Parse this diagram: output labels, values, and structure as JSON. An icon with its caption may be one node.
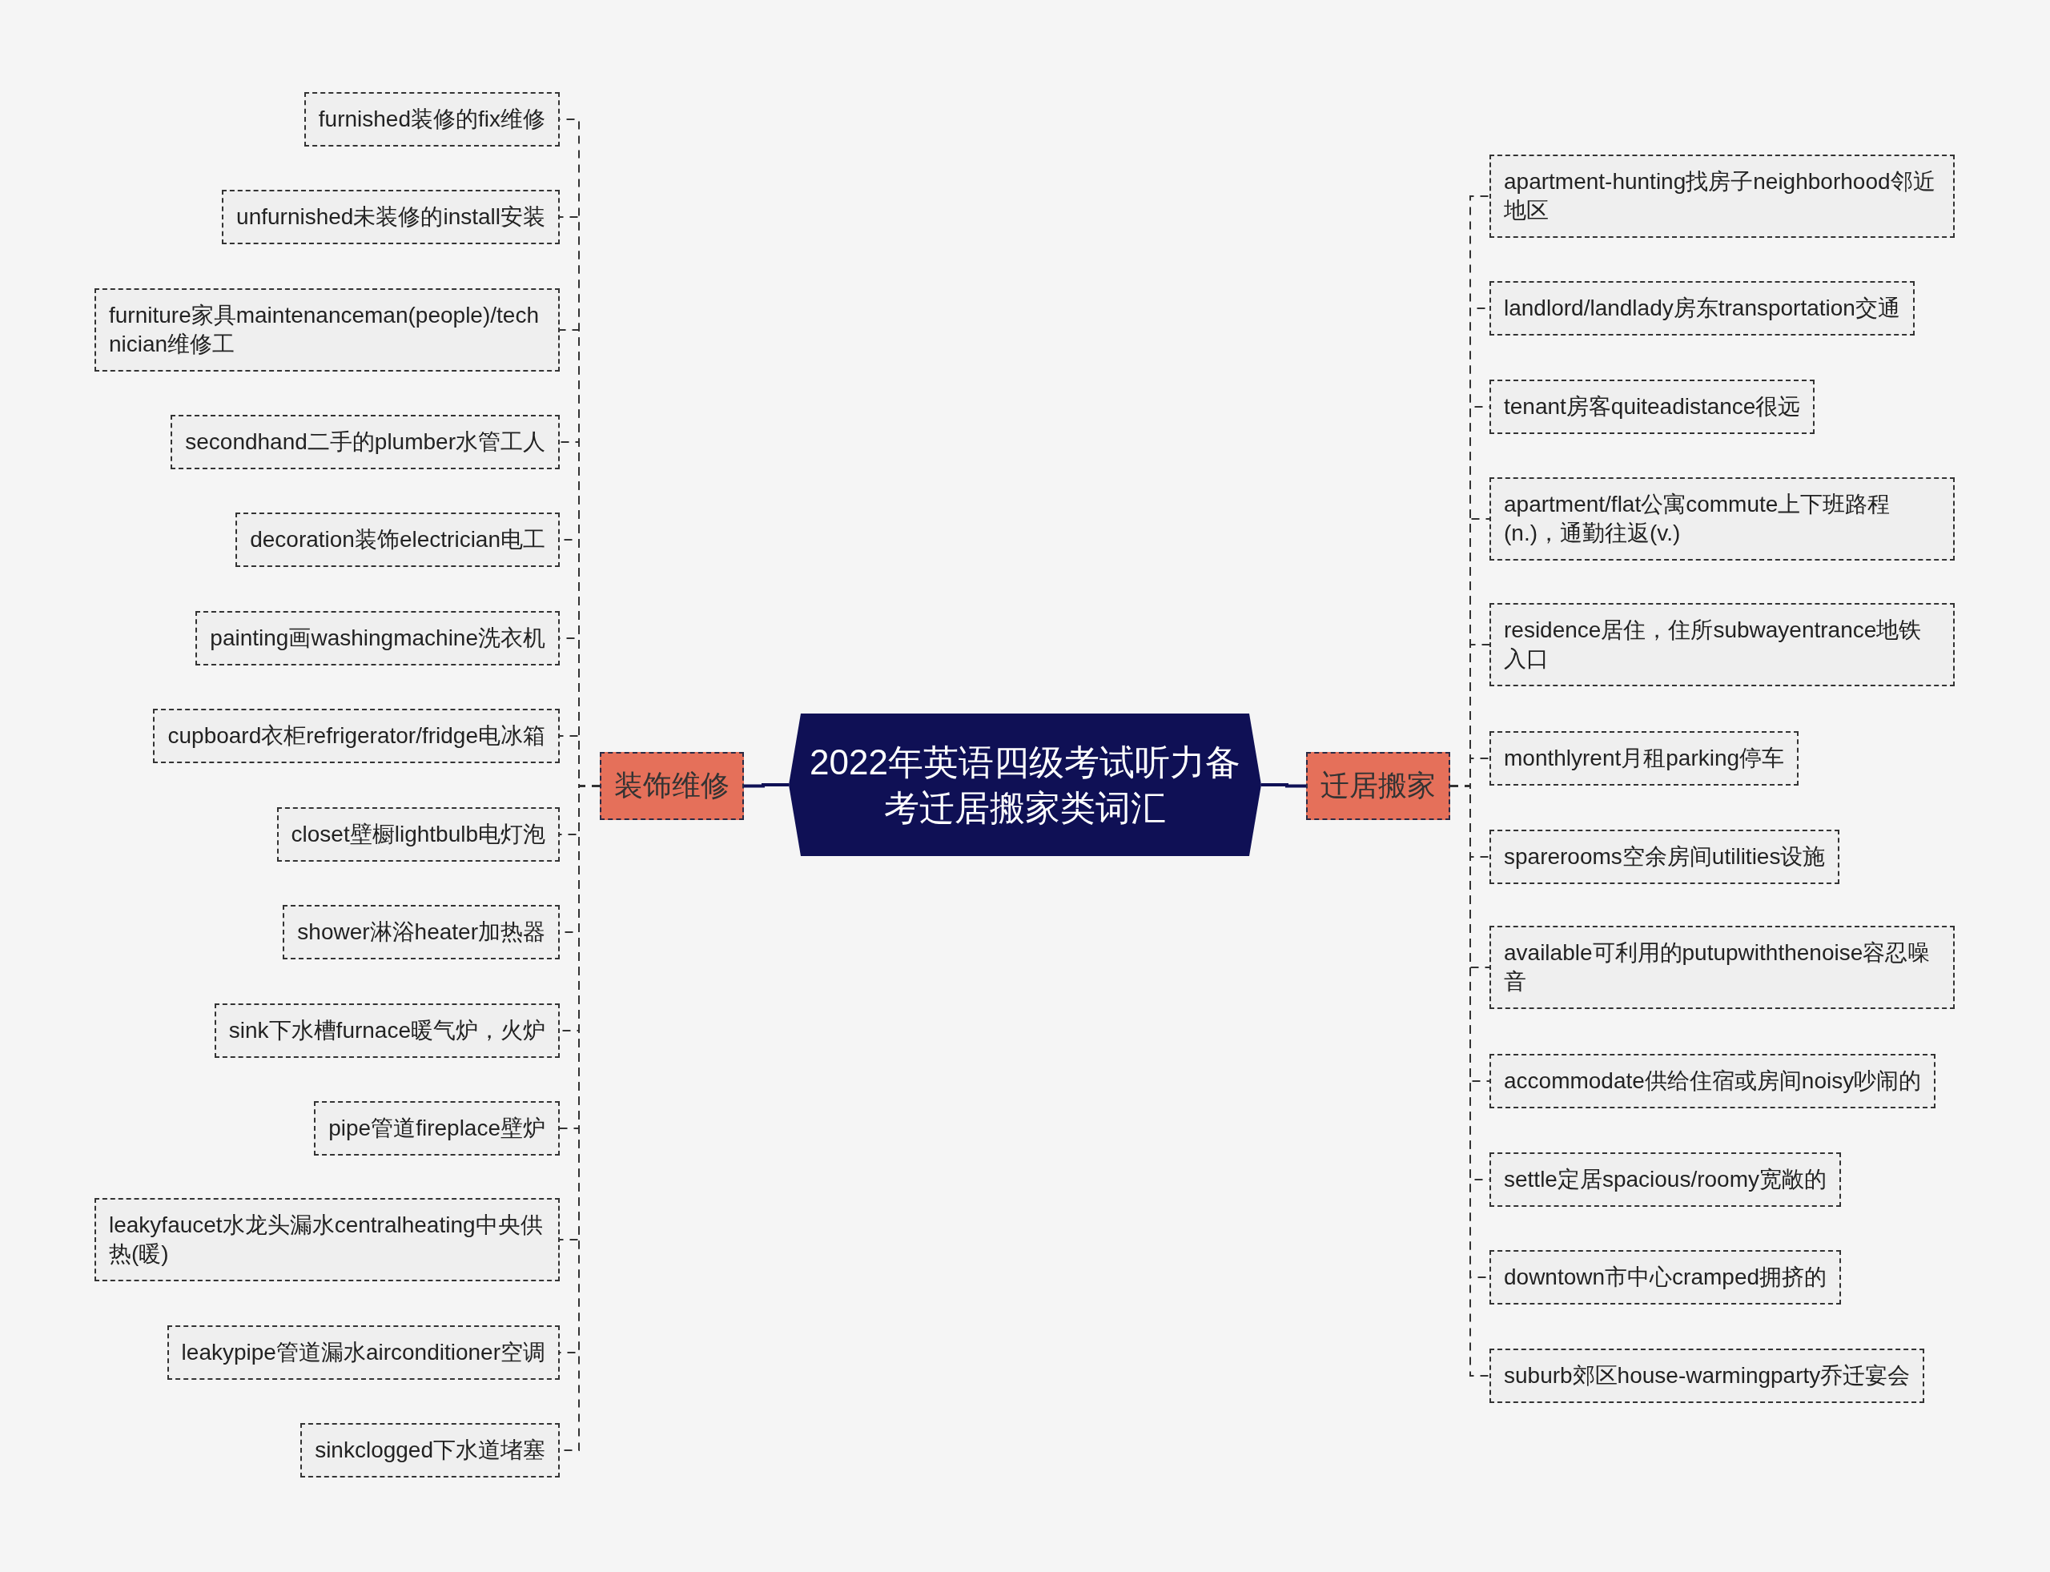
{
  "diagram": {
    "nodes": [
      {
        "text": [
          "2022年英语四级考试听力备考迁居搬家类词汇"
        ]
      },
      {
        "text": [
          "装饰维修"
        ]
      },
      {
        "text": [
          "furnished装修的fix维修"
        ]
      },
      {
        "text": [
          "unfurnished未装修的install安装"
        ]
      },
      {
        "text": [
          "furniture家具maintenanceman(people)/technician维修工"
        ]
      },
      {
        "text": [
          "secondhand二手的plumber水管工人"
        ]
      },
      {
        "text": [
          "decoration装饰electrician电工"
        ]
      },
      {
        "text": [
          "painting画washingmachine洗衣机"
        ]
      },
      {
        "text": [
          "cupboard衣柜refrigerator/fridge电冰箱"
        ]
      },
      {
        "text": [
          "closet壁橱lightbulb电灯泡"
        ]
      },
      {
        "text": [
          "shower淋浴heater加热器"
        ]
      },
      {
        "text": [
          "sink下水槽furnace暖气炉，火炉"
        ]
      },
      {
        "text": [
          "pipe管道fireplace壁炉"
        ]
      },
      {
        "text": [
          "leakyfaucet水龙头漏水centralheating中央供热(暖)"
        ]
      },
      {
        "text": [
          "leakypipe管道漏水airconditioner空调"
        ]
      },
      {
        "text": [
          "sinkclogged下水道堵塞"
        ]
      },
      {
        "text": [
          "迁居搬家"
        ]
      },
      {
        "text": [
          "apartment-hunting找房子neighborhood邻近地区"
        ]
      },
      {
        "text": [
          "landlord/landlady房东transportation交通"
        ]
      },
      {
        "text": [
          "tenant房客quiteadistance很远"
        ]
      },
      {
        "text": [
          "apartment/flat公寓commute上下班路程(n.)，通勤往返(v.)"
        ]
      },
      {
        "text": [
          "residence居住，住所subwayentrance地铁入口"
        ]
      },
      {
        "text": [
          "monthlyrent月租parking停车"
        ]
      },
      {
        "text": [
          "sparerooms空余房间utilities设施"
        ]
      },
      {
        "text": [
          "available可利用的putupwiththenoise容忍噪音"
        ]
      },
      {
        "text": [
          "accommodate供给住宿或房间noisy吵闹的"
        ]
      },
      {
        "text": [
          "settle定居spacious/roomy宽敞的"
        ]
      },
      {
        "text": [
          "downtown市中心cramped拥挤的"
        ]
      },
      {
        "text": [
          "suburb郊区house-warmingparty乔迁宴会"
        ]
      }
    ],
    "edges": [
      {
        "from": 0,
        "to": 1,
        "arrow": "none"
      },
      {
        "from": 1,
        "to": 2,
        "arrow": "none",
        "style": "dashed"
      },
      {
        "from": 1,
        "to": 3,
        "arrow": "none",
        "style": "dashed"
      },
      {
        "from": 1,
        "to": 4,
        "arrow": "none",
        "style": "dashed"
      },
      {
        "from": 1,
        "to": 5,
        "arrow": "none",
        "style": "dashed"
      },
      {
        "from": 1,
        "to": 6,
        "arrow": "none",
        "style": "dashed"
      },
      {
        "from": 1,
        "to": 7,
        "arrow": "none",
        "style": "dashed"
      },
      {
        "from": 1,
        "to": 8,
        "arrow": "none",
        "style": "dashed"
      },
      {
        "from": 1,
        "to": 9,
        "arrow": "none",
        "style": "dashed"
      },
      {
        "from": 1,
        "to": 10,
        "arrow": "none",
        "style": "dashed"
      },
      {
        "from": 1,
        "to": 11,
        "arrow": "none",
        "style": "dashed"
      },
      {
        "from": 1,
        "to": 12,
        "arrow": "none",
        "style": "dashed"
      },
      {
        "from": 1,
        "to": 13,
        "arrow": "none",
        "style": "dashed"
      },
      {
        "from": 1,
        "to": 14,
        "arrow": "none",
        "style": "dashed"
      },
      {
        "from": 1,
        "to": 15,
        "arrow": "none",
        "style": "dashed"
      },
      {
        "from": 0,
        "to": 16,
        "arrow": "none"
      },
      {
        "from": 16,
        "to": 17,
        "arrow": "none",
        "style": "dashed"
      },
      {
        "from": 16,
        "to": 18,
        "arrow": "none",
        "style": "dashed"
      },
      {
        "from": 16,
        "to": 19,
        "arrow": "none",
        "style": "dashed"
      },
      {
        "from": 16,
        "to": 20,
        "arrow": "none",
        "style": "dashed"
      },
      {
        "from": 16,
        "to": 21,
        "arrow": "none",
        "style": "dashed"
      },
      {
        "from": 16,
        "to": 22,
        "arrow": "none",
        "style": "dashed"
      },
      {
        "from": 16,
        "to": 23,
        "arrow": "none",
        "style": "dashed"
      },
      {
        "from": 16,
        "to": 24,
        "arrow": "none",
        "style": "dashed"
      },
      {
        "from": 16,
        "to": 25,
        "arrow": "none",
        "style": "dashed"
      },
      {
        "from": 16,
        "to": 26,
        "arrow": "none",
        "style": "dashed"
      },
      {
        "from": 16,
        "to": 27,
        "arrow": "none",
        "style": "dashed"
      },
      {
        "from": 16,
        "to": 28,
        "arrow": "none",
        "style": "dashed"
      }
    ]
  }
}
